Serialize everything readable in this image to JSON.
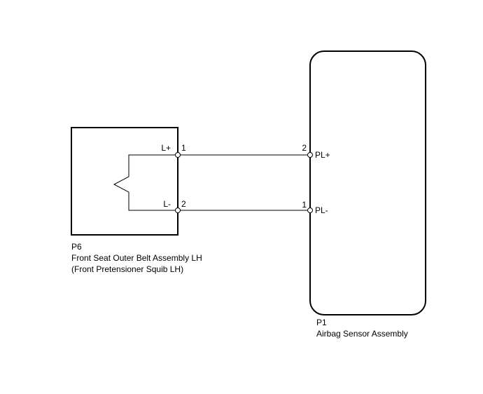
{
  "squib_component": {
    "ref": "P6",
    "name": "Front Seat Outer Belt Assembly LH",
    "subname": "(Front Pretensioner Squib LH)",
    "pins": [
      {
        "signal": "L+",
        "pin": "1"
      },
      {
        "signal": "L-",
        "pin": "2"
      }
    ]
  },
  "sensor_component": {
    "ref": "P1",
    "name": "Airbag Sensor Assembly",
    "pins": [
      {
        "pin": "2",
        "signal": "PL+"
      },
      {
        "pin": "1",
        "signal": "PL-"
      }
    ]
  },
  "connections": [
    {
      "from": "P6-1 L+",
      "to": "P1-2 PL+"
    },
    {
      "from": "P6-2 L-",
      "to": "P1-1 PL-"
    }
  ]
}
